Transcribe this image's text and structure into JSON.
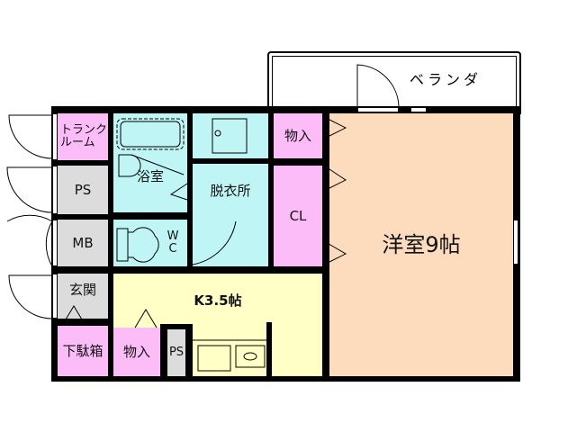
{
  "floorplan": {
    "colors": {
      "western_room": "#FCDCBC",
      "kitchen": "#FFFFC6",
      "wet_area": "#BFF5F5",
      "storage": "#FCBCF8",
      "utility": "#DCDCDC",
      "wall": "#000000"
    },
    "rooms": {
      "balcony": "ベランダ",
      "western_room": "洋室9帖",
      "kitchen": "K3.5帖",
      "bathroom": "浴室",
      "dressing_room": "脱衣所",
      "toilet_w": "W",
      "toilet_c": "C",
      "closet": "CL",
      "storage_top": "物入",
      "storage_bottom": "物入",
      "trunk_room_1": "トランク",
      "trunk_room_2": "ルーム",
      "ps_top": "PS",
      "ps_bottom": "PS",
      "mb": "MB",
      "entrance": "玄関",
      "shoe_box": "下駄箱"
    },
    "icons": [
      "bathtub-icon",
      "washing-machine-icon",
      "toilet-icon",
      "sink-icon",
      "stove-icon",
      "door-swing-icon",
      "folding-door-icon"
    ]
  }
}
